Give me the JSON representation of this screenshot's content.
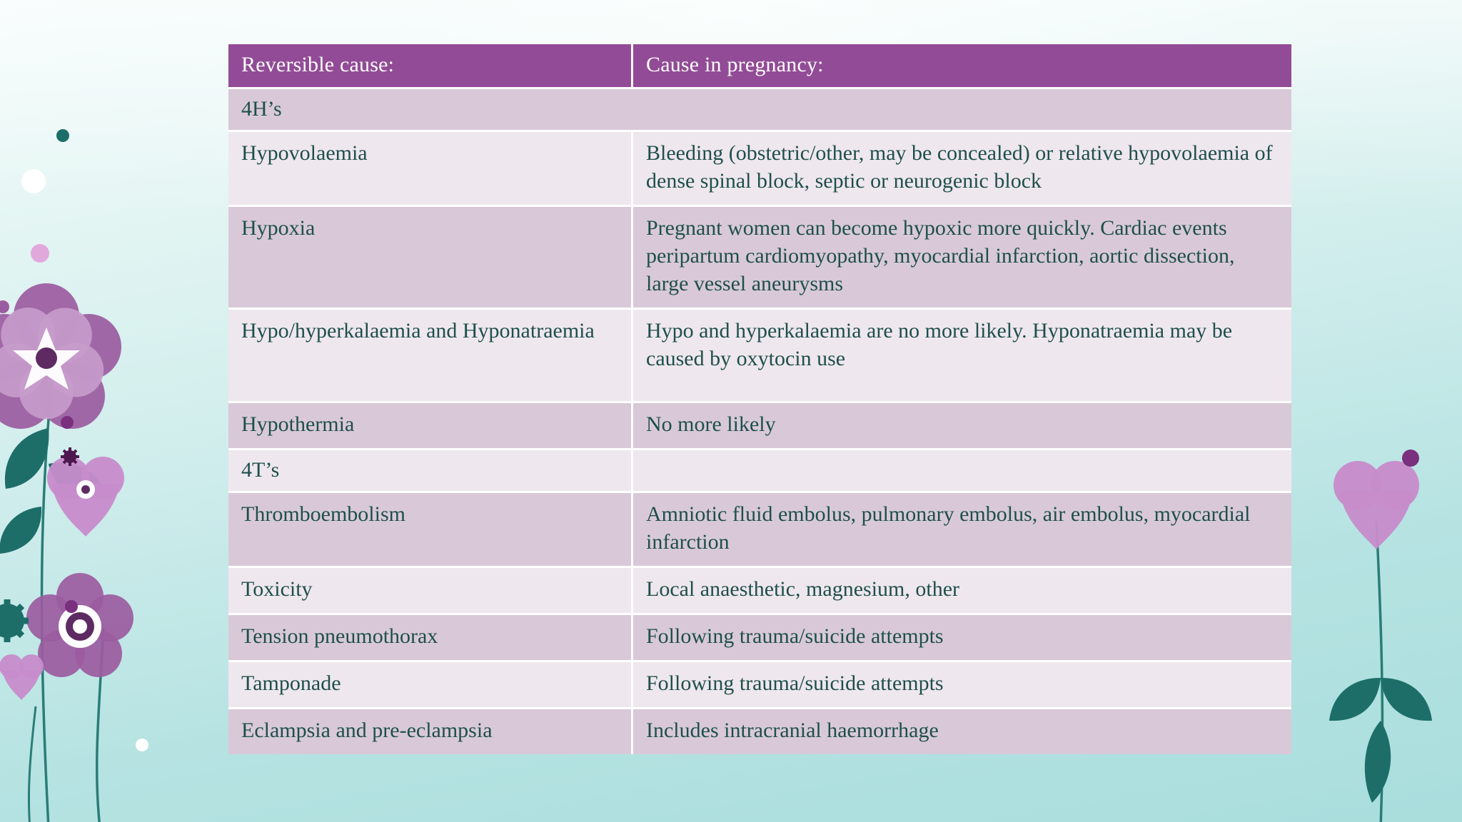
{
  "slide": {
    "background_colors": {
      "top": "#f2fbfa",
      "bottom": "#a9dedd",
      "accent_purple": "#924b96",
      "row_dark": "#d9c9d8",
      "row_light": "#efe7ee",
      "text": "#1e4f4c",
      "flower_purple": "#9b5ba0",
      "flower_light_purple": "#c79ccb",
      "leaf_teal": "#1d6e69"
    }
  },
  "table": {
    "headers": [
      "Reversible cause:",
      "Cause in pregnancy:"
    ],
    "rows": [
      {
        "type": "section",
        "band": "dark",
        "full_width": true,
        "cause": "4H’s",
        "pregnancy": ""
      },
      {
        "type": "data",
        "band": "light",
        "cause": "Hypovolaemia",
        "pregnancy": "Bleeding (obstetric/other, may be concealed) or relative hypovolaemia of dense spinal block, septic or neurogenic block"
      },
      {
        "type": "data",
        "band": "dark",
        "cause": "Hypoxia",
        "pregnancy": "Pregnant women can become hypoxic more quickly. Cardiac events peripartum cardiomyopathy, myocardial infarction, aortic dissection, large vessel aneurysms"
      },
      {
        "type": "data",
        "band": "light",
        "tall": true,
        "cause": "Hypo/hyperkalaemia and Hyponatraemia",
        "pregnancy": "Hypo and hyperkalaemia are no more likely. Hyponatraemia may be caused by oxytocin use"
      },
      {
        "type": "data",
        "band": "dark",
        "cause": "Hypothermia",
        "pregnancy": "No more likely"
      },
      {
        "type": "section",
        "band": "light",
        "full_width": false,
        "cause": "4T’s",
        "pregnancy": ""
      },
      {
        "type": "data",
        "band": "dark",
        "cause": "Thromboembolism",
        "pregnancy": "Amniotic fluid embolus, pulmonary embolus, air embolus, myocardial infarction"
      },
      {
        "type": "data",
        "band": "light",
        "cause": "Toxicity",
        "pregnancy": "Local anaesthetic, magnesium, other"
      },
      {
        "type": "data",
        "band": "dark",
        "cause": "Tension pneumothorax",
        "pregnancy": "Following trauma/suicide attempts"
      },
      {
        "type": "data",
        "band": "light",
        "cause": "Tamponade",
        "pregnancy": "Following trauma/suicide attempts"
      },
      {
        "type": "data",
        "band": "dark",
        "cause": "Eclampsia and pre-eclampsia",
        "pregnancy": "Includes intracranial haemorrhage"
      }
    ]
  }
}
